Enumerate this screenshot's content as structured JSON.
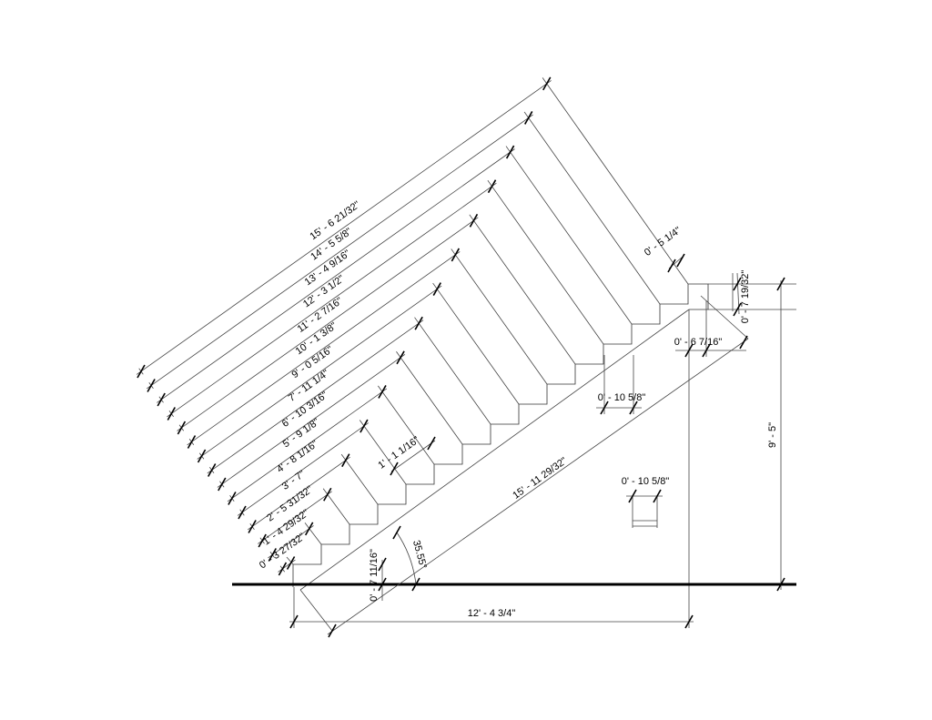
{
  "drawing": {
    "riser_run_dimensions": [
      "15' - 6 21/32\"",
      "14' - 5 5/8\"",
      "13' - 4 9/16\"",
      "12' - 3 1/2\"",
      "11' - 2 7/16\"",
      "10' - 1 3/8\"",
      "9' - 0 5/16\"",
      "7' - 11 1/4\"",
      "6' - 10 3/16\"",
      "5' - 9 1/8\"",
      "4' - 8 1/16\"",
      "3' - 7\"",
      "2' - 5 31/32\"",
      "1' - 4 29/32\"",
      "0' - 3 27/32\""
    ],
    "tread_depth": "1' - 1 1/16\"",
    "nosing_top": "0' - 5 1/4\"",
    "landing_thickness": "0' - 7 19/32\"",
    "landing_offset": "0' - 6 7/16\"",
    "tread_run_top": "0' - 10 5/8\"",
    "tread_run_detail": "0' - 10 5/8\"",
    "stringer_length": "15' - 11 29/32\"",
    "stair_angle": "35.55°",
    "bottom_offset": "0' - 7 11/16\"",
    "total_run": "12' - 4 3/4\"",
    "total_rise": "9' - 5\""
  }
}
